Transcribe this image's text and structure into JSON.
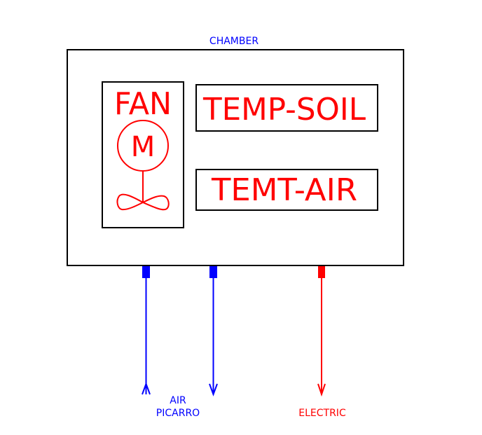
{
  "diagram": {
    "chamber": {
      "label": "CHAMBER"
    },
    "fan": {
      "label": "FAN",
      "motor_label": "M"
    },
    "sensors": [
      {
        "label": "TEMP-SOIL"
      },
      {
        "label": "TEMT-AIR"
      }
    ],
    "ports": [
      {
        "name": "air-in",
        "direction": "up",
        "color": "#0000ff"
      },
      {
        "name": "air-out",
        "direction": "down",
        "color": "#0000ff"
      },
      {
        "name": "electric",
        "direction": "down",
        "color": "#ff0000"
      }
    ],
    "labels": {
      "air_line1": "AIR",
      "air_line2": "PICARRO",
      "electric": "ELECTRIC"
    },
    "colors": {
      "outline": "#000000",
      "component": "#ff0000",
      "air": "#0000ff",
      "electric": "#ff0000"
    }
  }
}
